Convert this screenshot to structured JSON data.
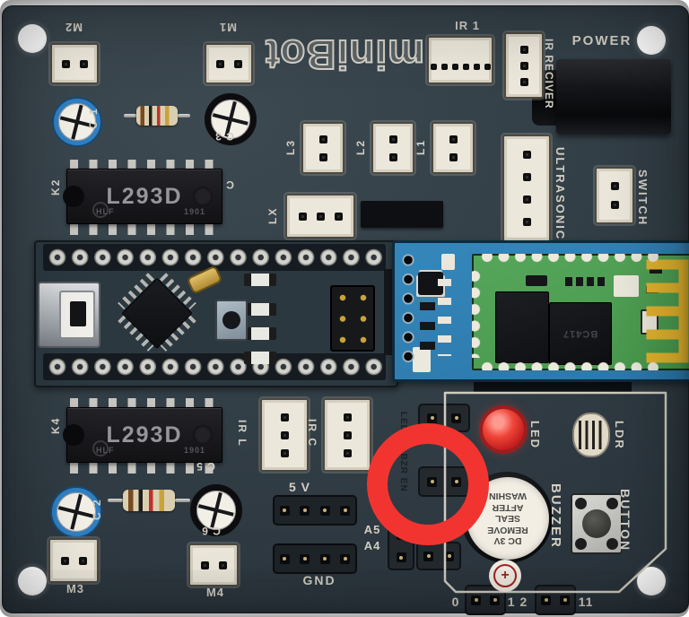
{
  "title": "miniBot",
  "silkscreen": {
    "m1": "M1",
    "m2": "M2",
    "m3": "M3",
    "m4": "M4",
    "c1": "C 1",
    "c2": "C 2",
    "c3": "C 3",
    "c5": "C 5",
    "c6": "C 6",
    "c_mid": "C",
    "k2": "K2",
    "k4": "K4",
    "l1": "L1",
    "l2": "L2",
    "l3": "L3",
    "lx": "LX",
    "ir1": "IR 1",
    "ir_l": "IR L",
    "ir_c": "IR C",
    "ir_receiver": "IR RECIVER",
    "ultrasonic": "ULTRASONIC",
    "switch": "SWITCH",
    "power": "POWER",
    "v5": "5 V",
    "a5": "A5",
    "a4": "A4",
    "gnd": "GND",
    "led": "LED",
    "ldr": "LDR",
    "button": "BUTTON",
    "buzzer": "BUZZER",
    "jumper_labels": "LED EN BZR EN",
    "pin0": "0",
    "pin12": "1 2",
    "pin11": "11"
  },
  "chips": {
    "driver": "L293D",
    "driver_mark_left": "HLF",
    "driver_mark_right": "1901",
    "bluetooth": "BC417"
  },
  "buzzer_sticker": {
    "line1": "DC 3V",
    "line2": "REMOVE",
    "line3": "SEAL",
    "line4": "AFTER",
    "line5": "WASHIN",
    "plus": "+"
  },
  "colors": {
    "board": "#323e46",
    "silkscreen": "#d3cfc3",
    "annotation_ring": "#f23430",
    "bt_carrier": "#2f80b4",
    "bt_module": "#4f9e53",
    "antenna": "#e2b32c",
    "led": "#e03030",
    "connector": "#ebe7da"
  }
}
